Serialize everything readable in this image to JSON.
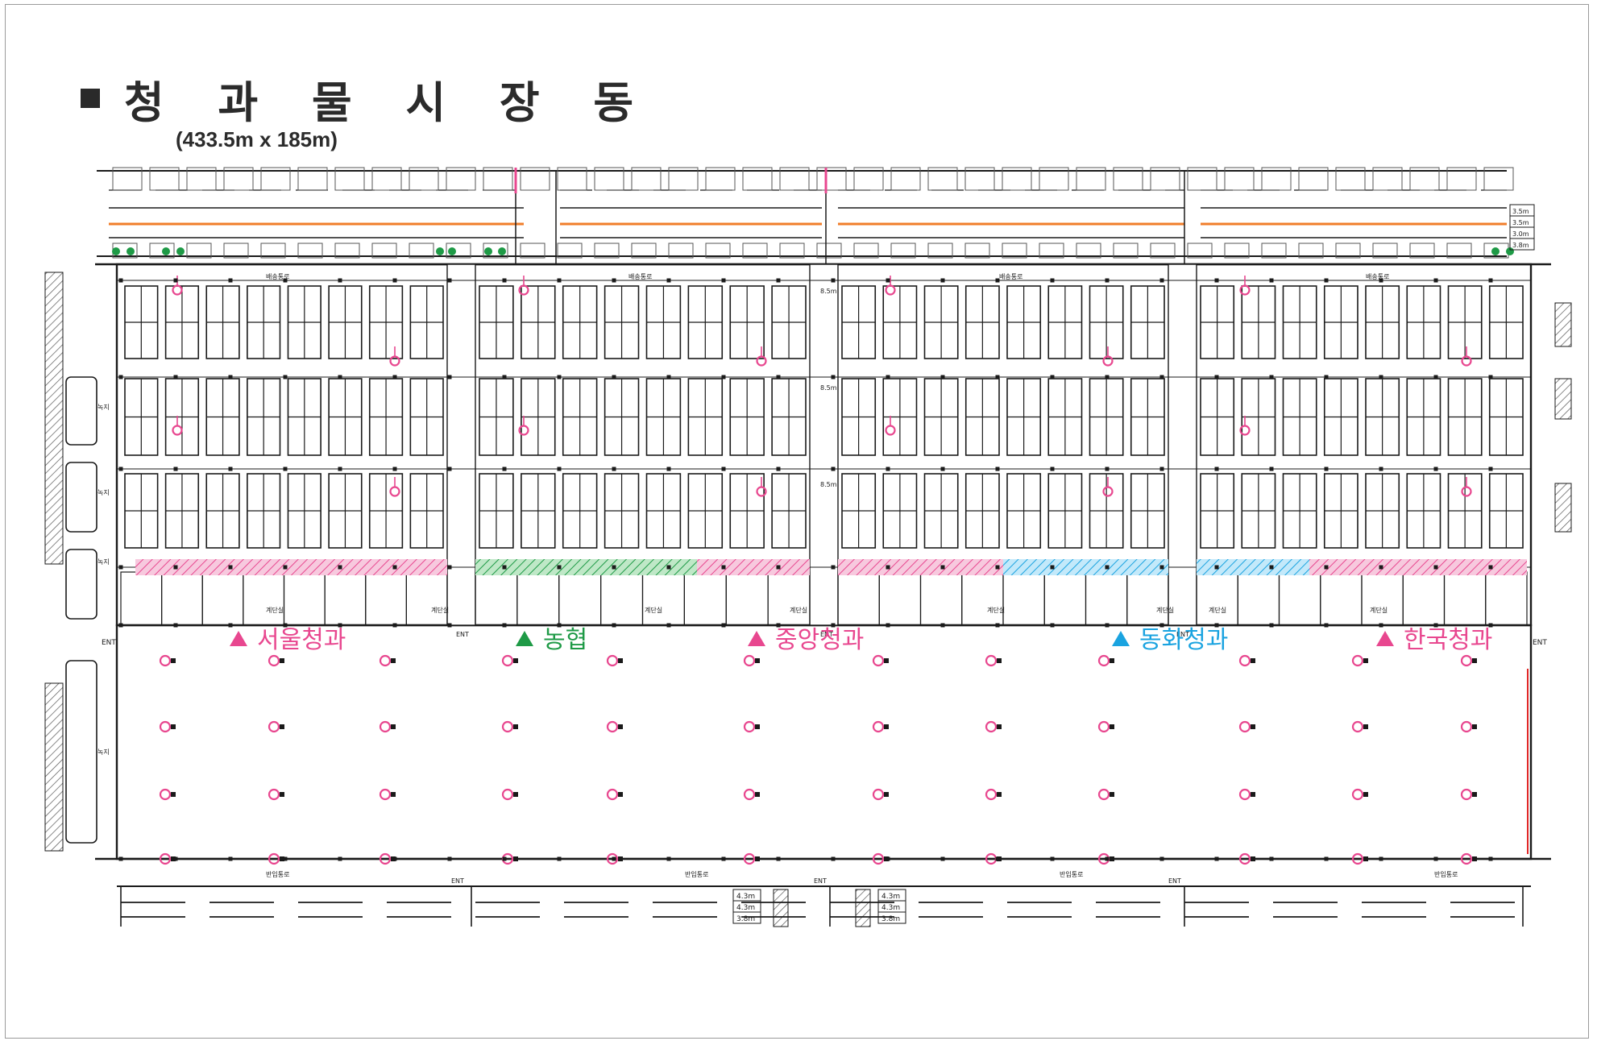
{
  "title": "청 과 물 시 장 동",
  "dimensions": "(433.5m x 185m)",
  "colors": {
    "line": "#1a1a1a",
    "pink": "#e8478f",
    "green": "#1e9a46",
    "blue": "#1aa3e0",
    "orange": "#f07d2a",
    "hatch_pink": "#f2a6cc",
    "hatch_green": "#8fd39b",
    "hatch_blue": "#8fd4f2"
  },
  "vendors": [
    {
      "name": "서울청과",
      "color": "#e8478f"
    },
    {
      "name": "농협",
      "color": "#1e9a46"
    },
    {
      "name": "중앙청과",
      "color": "#e8478f"
    },
    {
      "name": "동화청과",
      "color": "#1aa3e0"
    },
    {
      "name": "한국청과",
      "color": "#e8478f"
    }
  ],
  "plan_labels": {
    "ent": "ENT",
    "green_area": "녹지",
    "office": "계단실",
    "road_top": "배송통로",
    "road_bottom": "반입통로",
    "lane_widths": [
      "4.3m",
      "4.3m",
      "3.8m"
    ],
    "right_widths": [
      "3.5m",
      "3.5m",
      "3.0m",
      "3.8m"
    ],
    "span": "8.5m"
  }
}
